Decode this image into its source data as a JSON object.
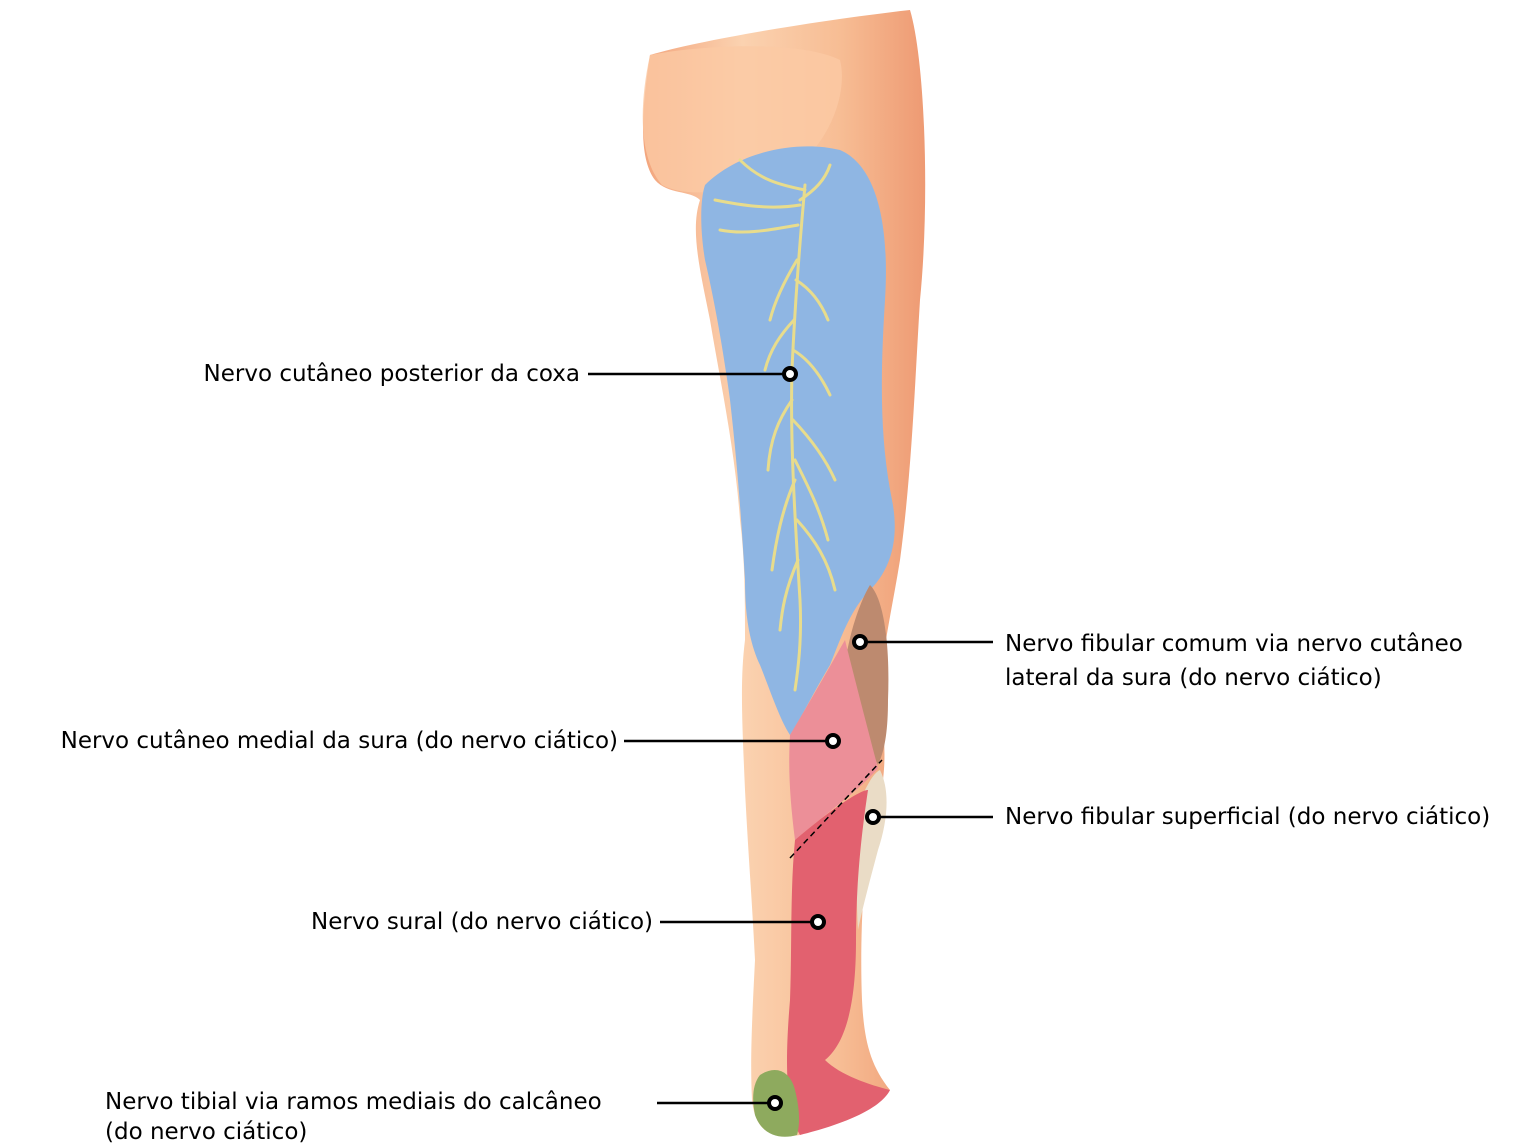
{
  "colors": {
    "skin": "#f6b98f",
    "skin_shadow": "#e98c66",
    "skin_light": "#fde3cb",
    "blue_region": "#8fb6e3",
    "pink_region": "#ec8f98",
    "red_region": "#e2616f",
    "brown_region": "#bd8a6f",
    "cream_region": "#eadcc6",
    "green_region": "#8eaa5e",
    "nerve": "#e8dc8c",
    "leader": "#000000"
  },
  "labels": {
    "posterior_thigh": "Nervo cutâneo posterior da coxa",
    "common_fibular_line1": "Nervo fibular comum via nervo cutâneo",
    "common_fibular_line2": "lateral da sura (do nervo ciático)",
    "medial_sural": "Nervo cutâneo medial da sura (do nervo ciático)",
    "superficial_fibular": "Nervo fibular superficial (do nervo ciático)",
    "sural": "Nervo sural (do nervo ciático)",
    "tibial_line1": "Nervo tibial via ramos mediais do calcâneo",
    "tibial_line2": "(do nervo ciático)"
  }
}
